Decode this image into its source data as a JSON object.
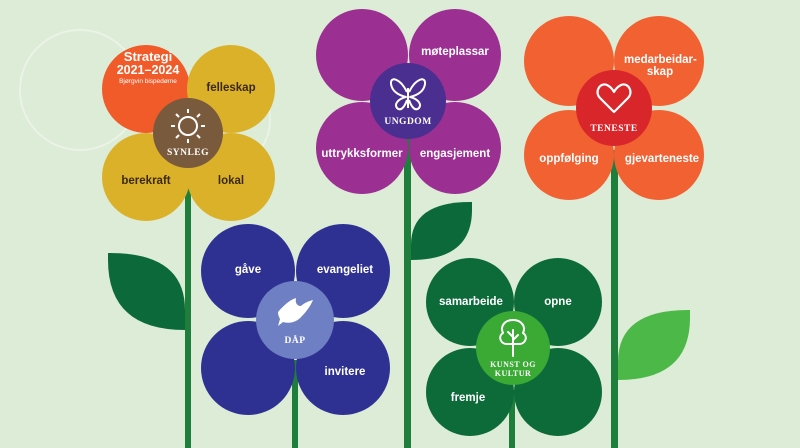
{
  "strategy": {
    "title": "Strategi",
    "years": "2021–2024",
    "diocese": "Bjørgvin bispedøme"
  },
  "flowers": {
    "synleg": {
      "center": "SYNLEG",
      "icon": "sun-icon",
      "petals": [
        "felleskap",
        "berekraft",
        "lokal"
      ],
      "colors": {
        "petal": "#dcb12a",
        "center": "#7a5a3c",
        "accent": "#f15a29"
      }
    },
    "ungdom": {
      "center": "UNGDOM",
      "icon": "butterfly-icon",
      "petals": [
        "møteplassar",
        "uttrykksformer",
        "engasjement"
      ],
      "colors": {
        "petal": "#9b2f92",
        "center": "#4a2f91"
      }
    },
    "teneste": {
      "center": "TENESTE",
      "icon": "heart-icon",
      "petals": [
        "medarbeidar-skap",
        "oppfølging",
        "gjevarteneste"
      ],
      "colors": {
        "petal": "#f26131",
        "center": "#d8262a"
      }
    },
    "dap": {
      "center": "DÅP",
      "icon": "dove-icon",
      "petals": [
        "gåve",
        "evangeliet",
        "invitere"
      ],
      "colors": {
        "petal": "#2e3192",
        "center": "#6f7fc4"
      }
    },
    "kunst": {
      "center": "KUNST OG KULTUR",
      "icon": "tree-icon",
      "petals": [
        "samarbeide",
        "opne",
        "fremje"
      ],
      "colors": {
        "petal": "#0d6b3a",
        "center": "#3aaa35"
      }
    }
  },
  "colors": {
    "background": "#dcecd6",
    "stem": "#1e7f3c",
    "leaf_dark": "#0c6a3a",
    "leaf_light": "#4cb848"
  }
}
